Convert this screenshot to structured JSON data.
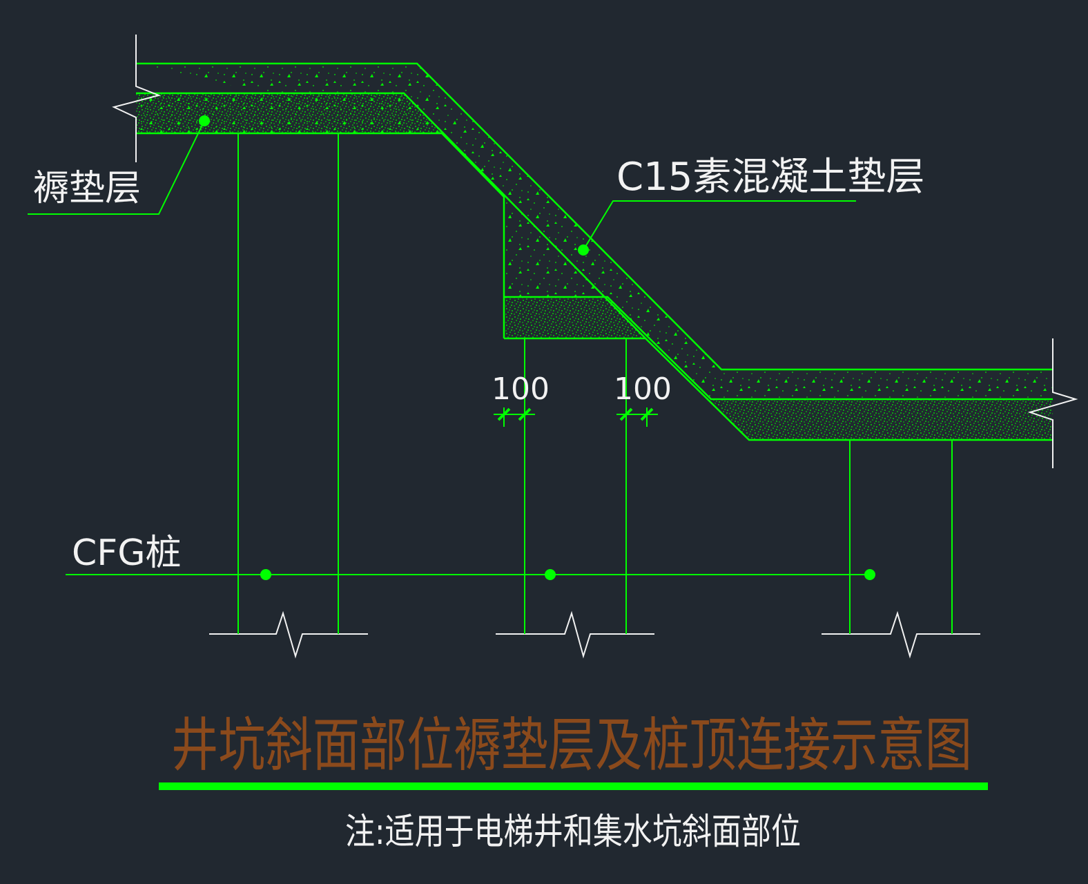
{
  "labels": {
    "cushion_layer": "褥垫层",
    "concrete_layer": "C15素混凝土垫层",
    "cfg_pile": "CFG桩",
    "dim_left": "100",
    "dim_right": "100"
  },
  "title": "井坑斜面部位褥垫层及桩顶连接示意图",
  "note": "注:适用于电梯井和集水坑斜面部位",
  "colors": {
    "background": "#212830",
    "line_green": "#00ff00",
    "text_white": "#f2f2f2",
    "title_brown": "#8b4a1c"
  }
}
